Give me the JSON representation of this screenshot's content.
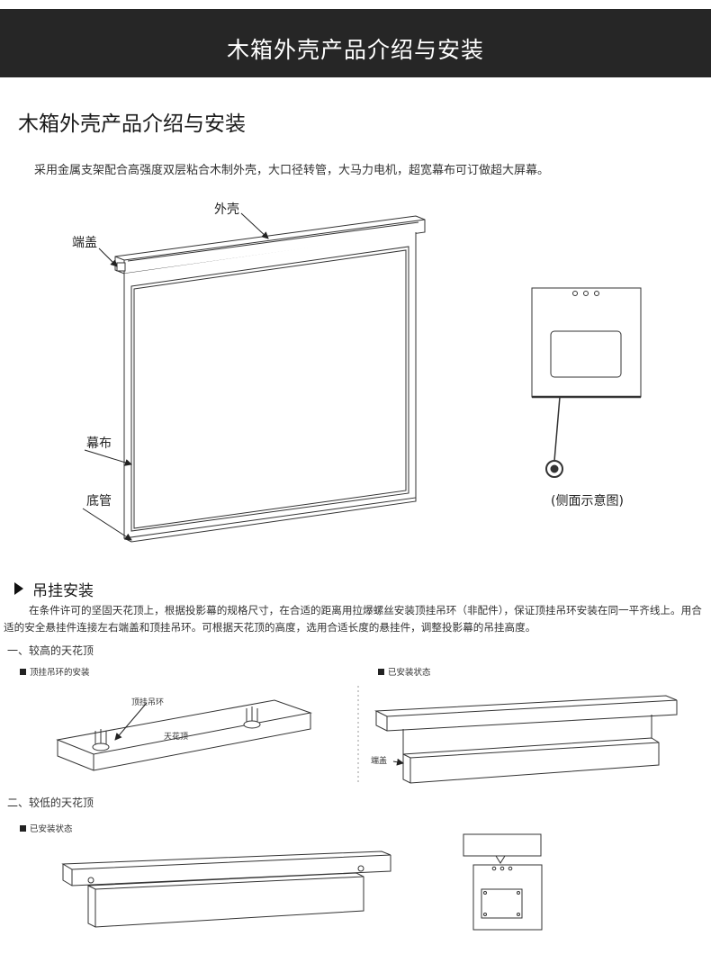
{
  "banner": {
    "title": "木箱外壳产品介绍与安装"
  },
  "heading": "木箱外壳产品介绍与安装",
  "intro": "采用金属支架配合高强度双层粘合木制外壳，大口径转管，大马力电机，超宽幕布可订做超大屏幕。",
  "diagram_labels": {
    "shell": "外壳",
    "end_cap": "端盖",
    "screen": "幕布",
    "bottom_tube": "底管",
    "side_view": "(侧面示意图)"
  },
  "section_hanging": {
    "title": "吊挂安装",
    "paragraph": "在条件许可的坚固天花顶上，根据投影幕的规格尺寸，在合适的距离用拉爆螺丝安装顶挂吊环（非配件），保证顶挂吊环安装在同一平齐线上。用合适的安全悬挂件连接左右端盖和顶挂吊环。可根据天花顶的高度，选用合适长度的悬挂件，调整投影幕的吊挂高度。",
    "case1": {
      "title": "一、较高的天花顶",
      "tag_install": "顶挂吊环的安装",
      "tag_installed": "已安装状态",
      "label_hook": "顶挂吊环",
      "label_ceiling": "天花顶",
      "label_end_cap": "端盖"
    },
    "case2": {
      "title": "二、较低的天花顶",
      "tag_installed": "已安装状态"
    }
  }
}
